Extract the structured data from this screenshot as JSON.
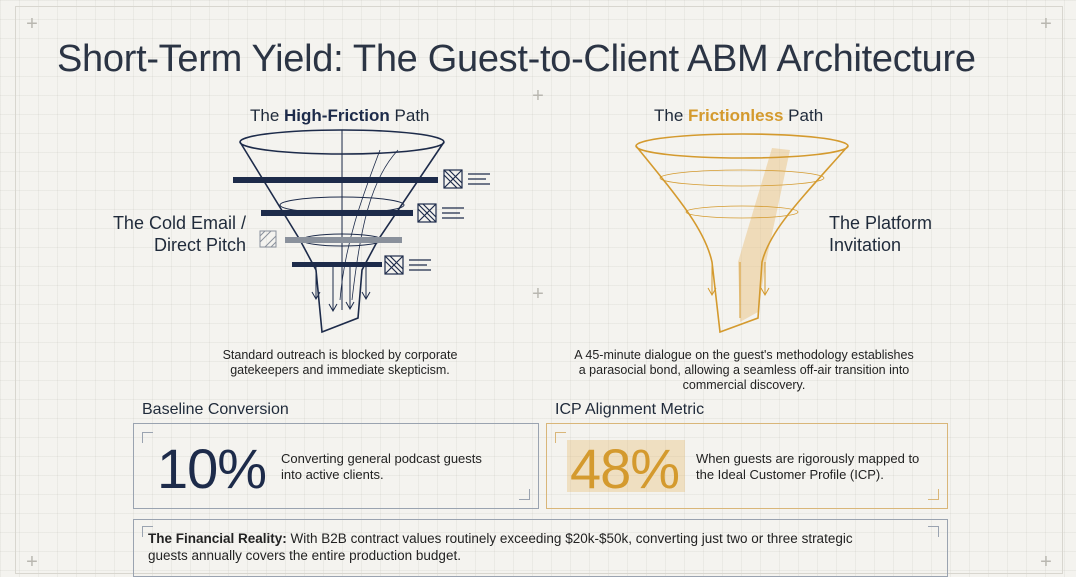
{
  "title": "Short-Term Yield: The Guest-to-Client ABM Architecture",
  "left": {
    "heading_pre": "The ",
    "heading_bold": "High-Friction",
    "heading_post": " Path",
    "side_label_line1": "The Cold Email /",
    "side_label_line2": "Direct Pitch",
    "description_line1": "Standard outreach is blocked by corporate",
    "description_line2": "gatekeepers and immediate skepticism.",
    "box_title": "Baseline Conversion",
    "stat": "10%",
    "stat_desc_line1": "Converting general podcast guests",
    "stat_desc_line2": "into active clients."
  },
  "right": {
    "heading_pre": "The ",
    "heading_bold": "Frictionless",
    "heading_post": " Path",
    "side_label_line1": "The Platform",
    "side_label_line2": "Invitation",
    "description_line1": "A 45-minute dialogue on the guest's methodology establishes",
    "description_line2": "a parasocial bond, allowing a seamless off-air transition into",
    "description_line3": "commercial discovery.",
    "box_title": "ICP Alignment Metric",
    "stat": "48%",
    "stat_desc_line1": "When guests are rigorously mapped to",
    "stat_desc_line2": "the Ideal Customer Profile (ICP)."
  },
  "reality": {
    "label": "The Financial Reality:",
    "text_line1": " With B2B contract values routinely exceeding $20k-$50k, converting just two or three strategic",
    "text_line2": "guests annually covers the entire production budget."
  },
  "colors": {
    "navy": "#1d2b4a",
    "gold": "#d49a2e",
    "grey": "#8a919c"
  },
  "icons": [
    "crosshair-icon",
    "blocked-box-icon",
    "text-lines-icon",
    "arrow-icon"
  ]
}
